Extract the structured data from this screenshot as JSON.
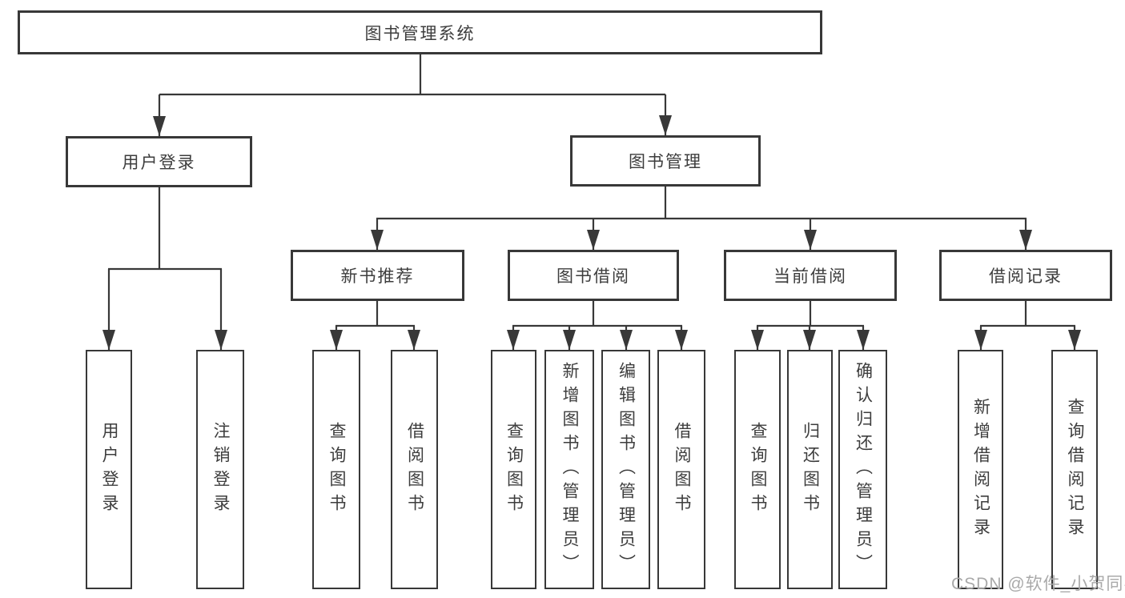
{
  "diagram": {
    "type": "hierarchy-tree",
    "title": "图书管理系统"
  },
  "tree": {
    "label": "图书管理系统",
    "children": [
      {
        "label": "用户登录",
        "children": [
          {
            "label": "用户登录"
          },
          {
            "label": "注销登录"
          }
        ]
      },
      {
        "label": "图书管理",
        "children": [
          {
            "label": "新书推荐",
            "children": [
              {
                "label": "查询图书"
              },
              {
                "label": "借阅图书"
              }
            ]
          },
          {
            "label": "图书借阅",
            "children": [
              {
                "label": "查询图书"
              },
              {
                "label": "新增图书（管理员）"
              },
              {
                "label": "编辑图书（管理员）"
              },
              {
                "label": "借阅图书"
              }
            ]
          },
          {
            "label": "当前借阅",
            "children": [
              {
                "label": "查询图书"
              },
              {
                "label": "归还图书"
              },
              {
                "label": "确认归还（管理员）"
              }
            ]
          },
          {
            "label": "借阅记录",
            "children": [
              {
                "label": "新增借阅记录"
              },
              {
                "label": "查询借阅记录"
              }
            ]
          }
        ]
      }
    ]
  },
  "watermark": {
    "text": "CSDN @软件_小贺同学"
  },
  "colors": {
    "line": "#383838",
    "box_border": "#383838",
    "text": "#3d3d3d",
    "watermark_text": "#a9a9a9",
    "background": "#ffffff"
  }
}
